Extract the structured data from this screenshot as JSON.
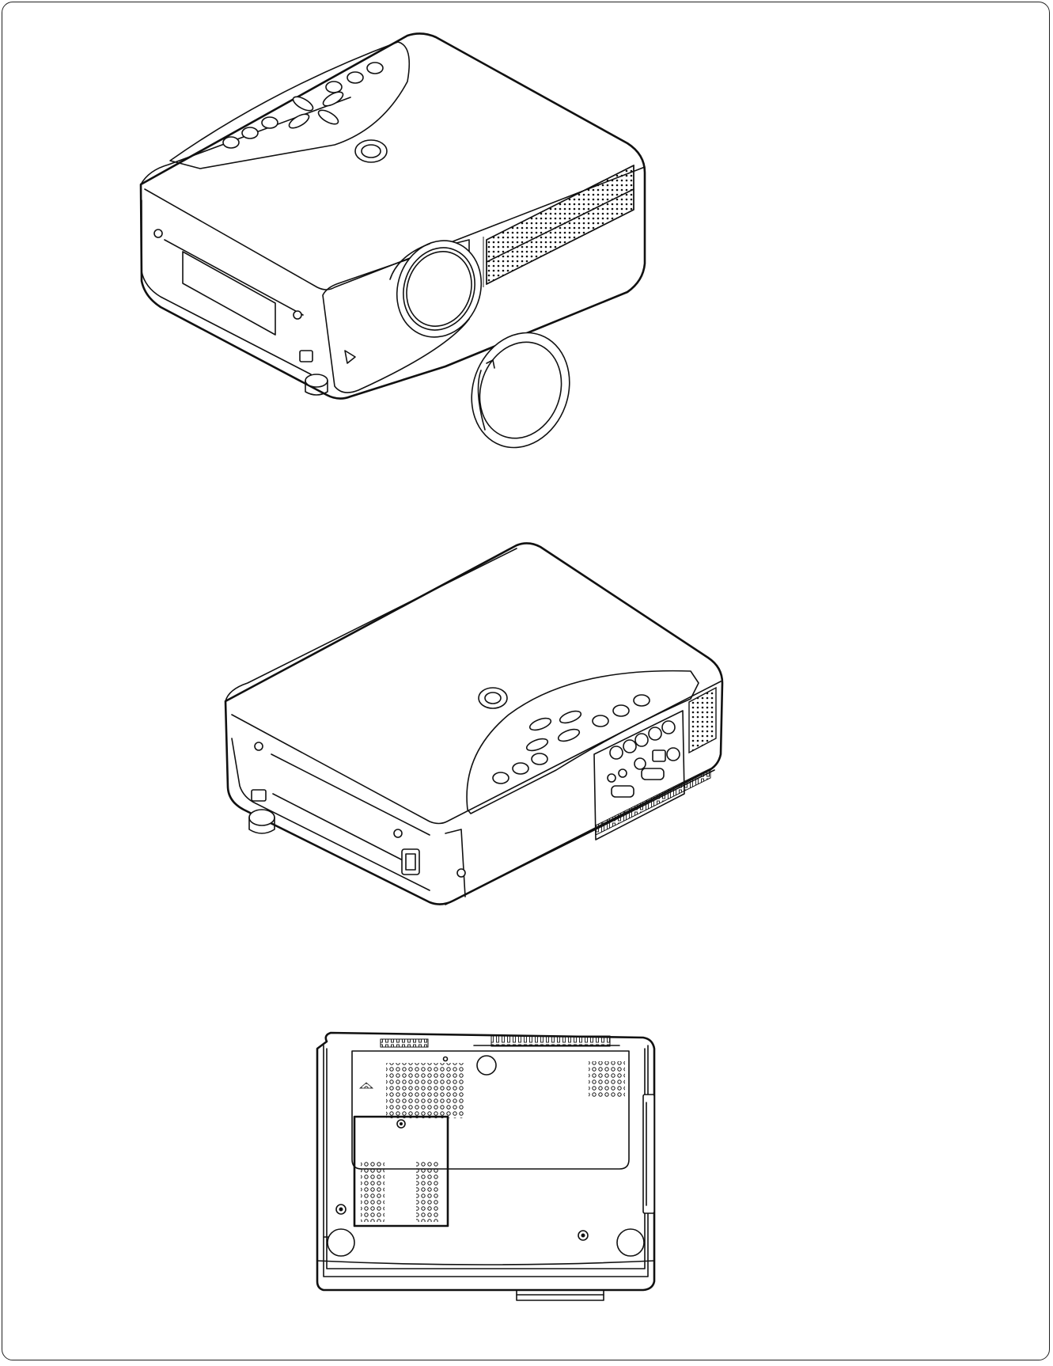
{
  "document": {
    "figures": [
      {
        "id": "front-view",
        "icon": "projector-front-illustration"
      },
      {
        "id": "rear-view",
        "icon": "projector-rear-illustration"
      },
      {
        "id": "bottom-view",
        "icon": "projector-bottom-illustration"
      }
    ]
  },
  "colors": {
    "line": "#111111",
    "background": "#ffffff"
  }
}
